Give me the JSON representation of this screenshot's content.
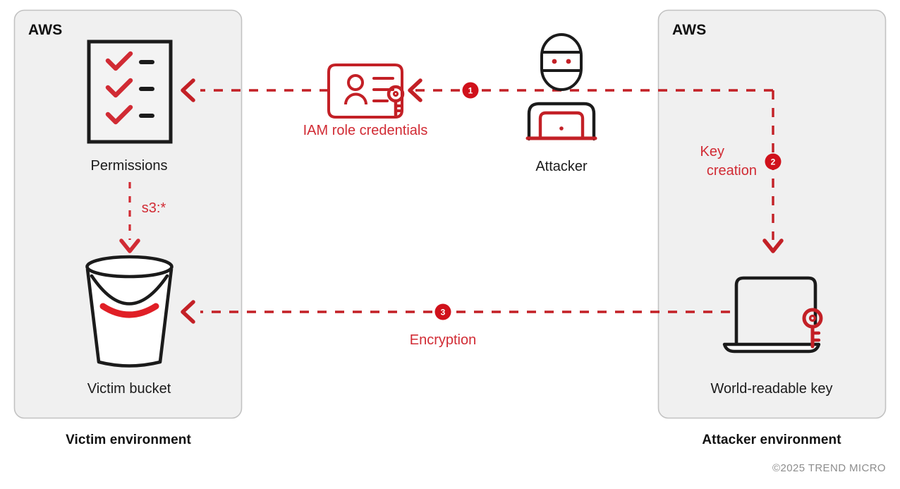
{
  "theme": {
    "accent_red": "#d12b34",
    "badge_red": "#d0111b",
    "ink": "#1b1b1b",
    "panel_fill": "#f0f0f0",
    "panel_border": "#bfbfbf",
    "footer_gray": "#8d8d8d",
    "page_background": "#ffffff"
  },
  "panels": {
    "victim": {
      "tag": "AWS",
      "caption": "Victim environment",
      "nodes": [
        {
          "id": "permissions",
          "label": "Permissions",
          "icon": "checklist-icon"
        },
        {
          "id": "victim-bucket",
          "label": "Victim bucket",
          "icon": "bucket-icon"
        }
      ],
      "internal_flow": {
        "label": "s3:*",
        "from": "permissions",
        "to": "victim-bucket"
      }
    },
    "attacker": {
      "tag": "AWS",
      "caption": "Attacker environment",
      "nodes": [
        {
          "id": "world-readable-key",
          "label": "World-readable key",
          "icon": "laptop-key-icon"
        }
      ]
    }
  },
  "actor": {
    "label": "Attacker",
    "icon": "masked-attacker-icon"
  },
  "artifacts": [
    {
      "id": "iam-credentials",
      "label": "IAM role credentials",
      "icon": "id-card-key-icon"
    }
  ],
  "flows": [
    {
      "step": "1",
      "label": "IAM role credentials",
      "from": "attacker-environment",
      "to": "permissions",
      "direction": "left"
    },
    {
      "step": "2",
      "label": "Key creation",
      "label_line1": "Key",
      "label_line2": "creation",
      "from": "attacker",
      "to": "world-readable-key",
      "direction": "down"
    },
    {
      "step": "3",
      "label": "Encryption",
      "from": "world-readable-key",
      "to": "victim-bucket",
      "direction": "left"
    }
  ],
  "footer": {
    "copyright": "©2025 TREND MICRO"
  }
}
